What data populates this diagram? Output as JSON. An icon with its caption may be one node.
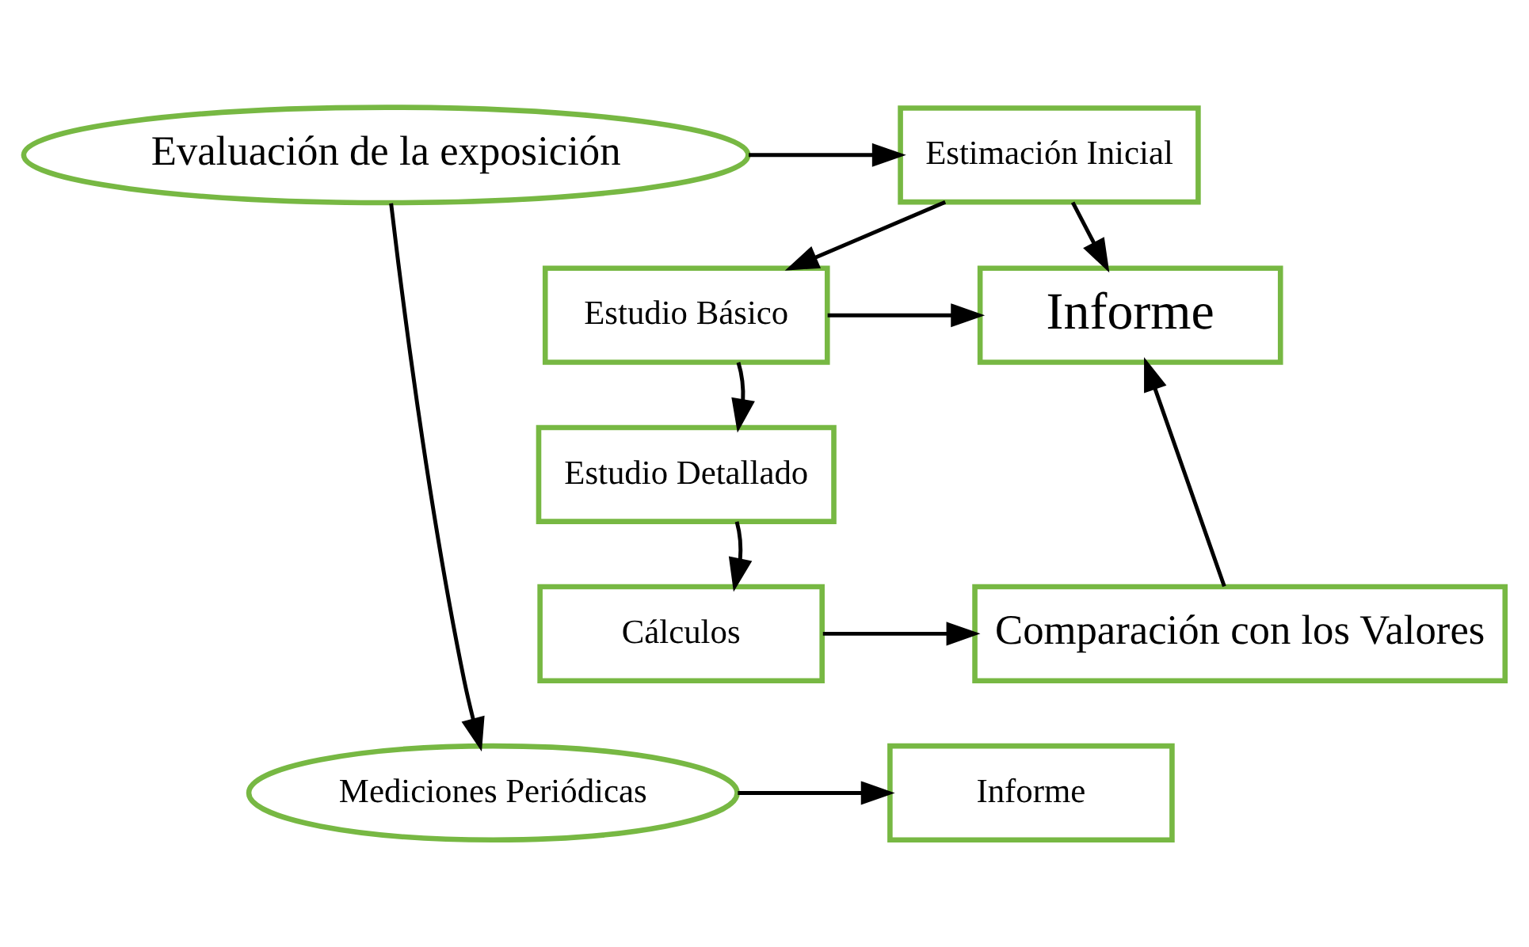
{
  "diagram": {
    "nodes": [
      {
        "text": [
          "Evaluación de la exposición"
        ]
      },
      {
        "text": [
          "Estimación Inicial"
        ]
      },
      {
        "text": [
          "Estudio Básico"
        ]
      },
      {
        "text": [
          "Estudio Detallado"
        ]
      },
      {
        "text": [
          "Cálculos"
        ]
      },
      {
        "text": [
          "Informe"
        ]
      },
      {
        "text": [
          "Comparación con los Valores"
        ]
      },
      {
        "text": [
          "Mediciones Periódicas"
        ]
      },
      {
        "text": [
          "Informe"
        ]
      }
    ],
    "edges": [
      {
        "from": 0,
        "to": 1,
        "arrow": "to"
      },
      {
        "from": 0,
        "to": 7,
        "arrow": "to"
      },
      {
        "from": 1,
        "to": 2,
        "arrow": "to"
      },
      {
        "from": 1,
        "to": 5,
        "arrow": "to"
      },
      {
        "from": 2,
        "to": 5,
        "arrow": "to"
      },
      {
        "from": 2,
        "to": 3,
        "arrow": "to"
      },
      {
        "from": 3,
        "to": 4,
        "arrow": "to"
      },
      {
        "from": 4,
        "to": 6,
        "arrow": "to"
      },
      {
        "from": 6,
        "to": 5,
        "arrow": "to"
      },
      {
        "from": 7,
        "to": 8,
        "arrow": "to"
      }
    ]
  }
}
